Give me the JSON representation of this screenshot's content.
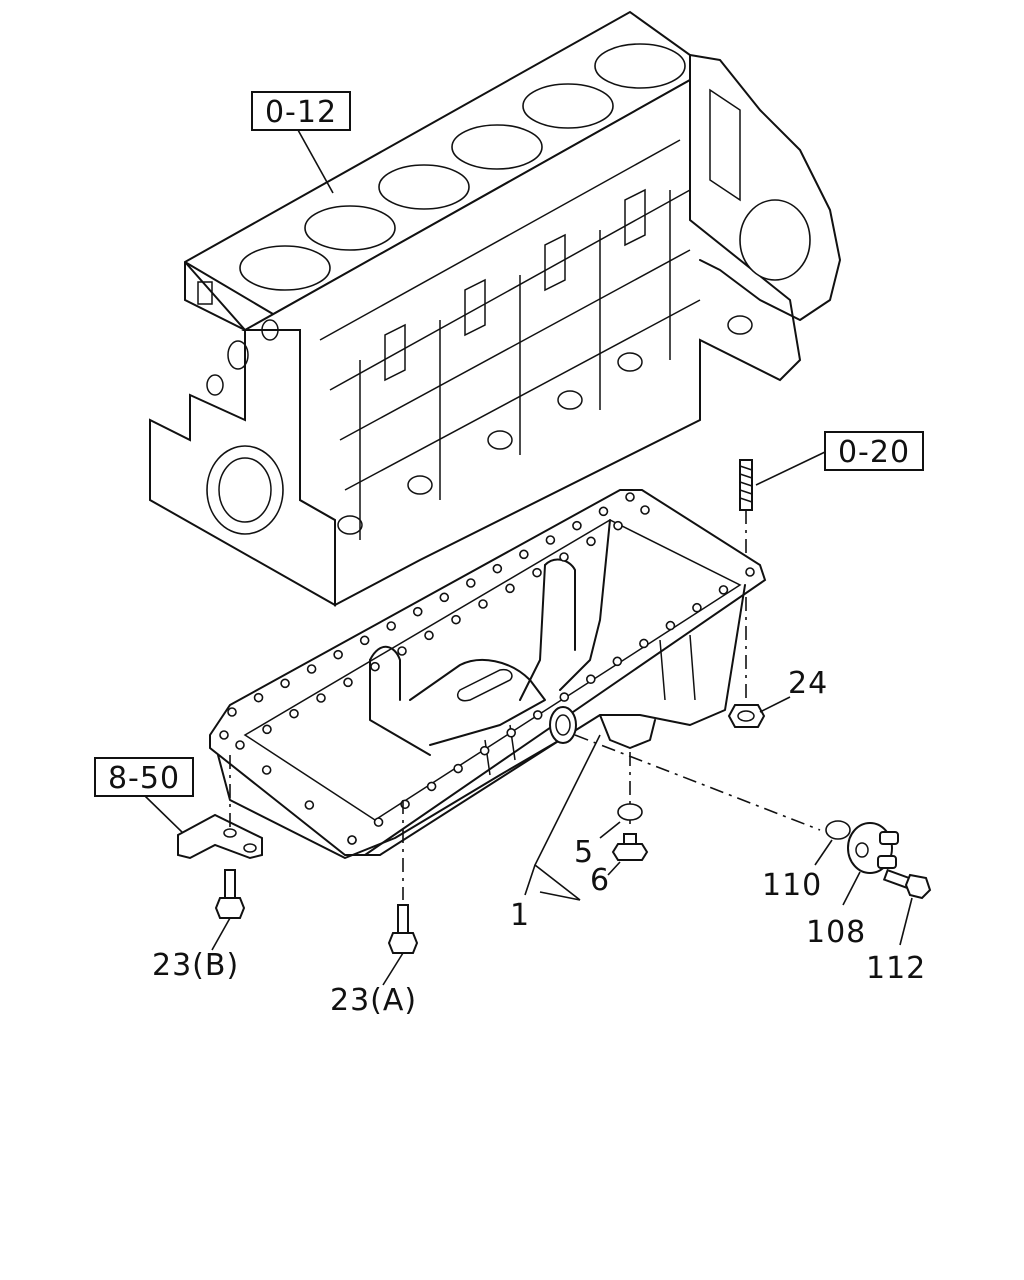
{
  "references": {
    "block": "0-12",
    "stud": "0-20",
    "bracket": "8-50"
  },
  "callouts": {
    "oil_pan": "1",
    "o_ring_small": "5",
    "drain_plug": "6",
    "bolt_a": "23(A)",
    "bolt_b": "23(B)",
    "nut": "24",
    "cover": "108",
    "o_ring": "110",
    "cover_bolt": "112"
  }
}
